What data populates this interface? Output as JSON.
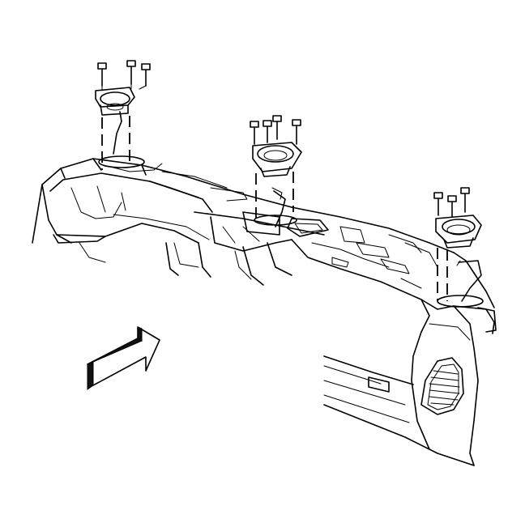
{
  "figure": {
    "type": "line-art exploded view",
    "parts": [
      "speaker-left-center",
      "speaker-center",
      "speaker-right",
      "instrument-panel-carrier",
      "direction-arrow"
    ],
    "colors": {
      "line": "#000000",
      "background": "#ffffff"
    }
  }
}
